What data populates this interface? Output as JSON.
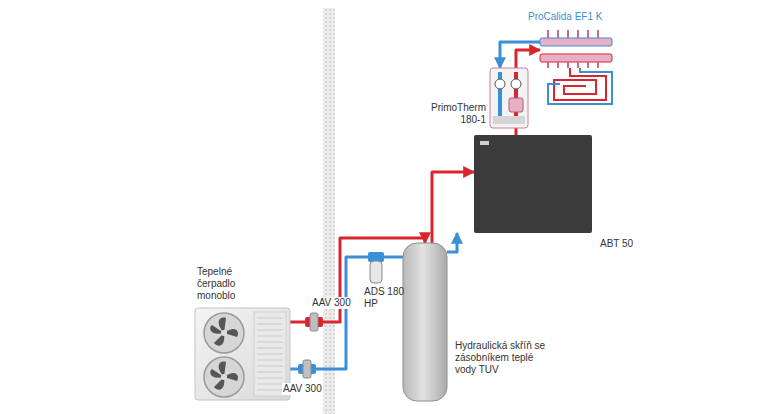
{
  "diagram": {
    "nodes": [
      {
        "text": [
          "Tepelné čerpadlo monoblo"
        ]
      },
      {
        "text": [
          "AAV 300"
        ]
      },
      {
        "text": [
          "AAV 300"
        ]
      },
      {
        "text": [
          "ADS 180 HP"
        ]
      },
      {
        "text": [
          "Hydraulická skříň se zásobníkem teplé vody TUV"
        ]
      },
      {
        "text": [
          "ABT 50"
        ]
      },
      {
        "text": [
          "PrimoTherm 180-1"
        ]
      },
      {
        "text": [
          "ProCalida EF1 K"
        ]
      }
    ],
    "edges": [
      {
        "from": 0,
        "to": 1,
        "arrow": "none"
      },
      {
        "from": 1,
        "to": 4,
        "arrow": "to"
      },
      {
        "from": 4,
        "to": 3,
        "arrow": "none"
      },
      {
        "from": 3,
        "to": 2,
        "arrow": "none"
      },
      {
        "from": 2,
        "to": 0,
        "arrow": "none"
      },
      {
        "from": 4,
        "to": 5,
        "arrow": "to"
      },
      {
        "from": 4,
        "to": 5,
        "arrow": "to"
      },
      {
        "from": 5,
        "to": 6,
        "arrow": "none"
      },
      {
        "from": 6,
        "to": 7,
        "arrow": "to"
      },
      {
        "from": 7,
        "to": 6,
        "arrow": "to"
      }
    ]
  }
}
